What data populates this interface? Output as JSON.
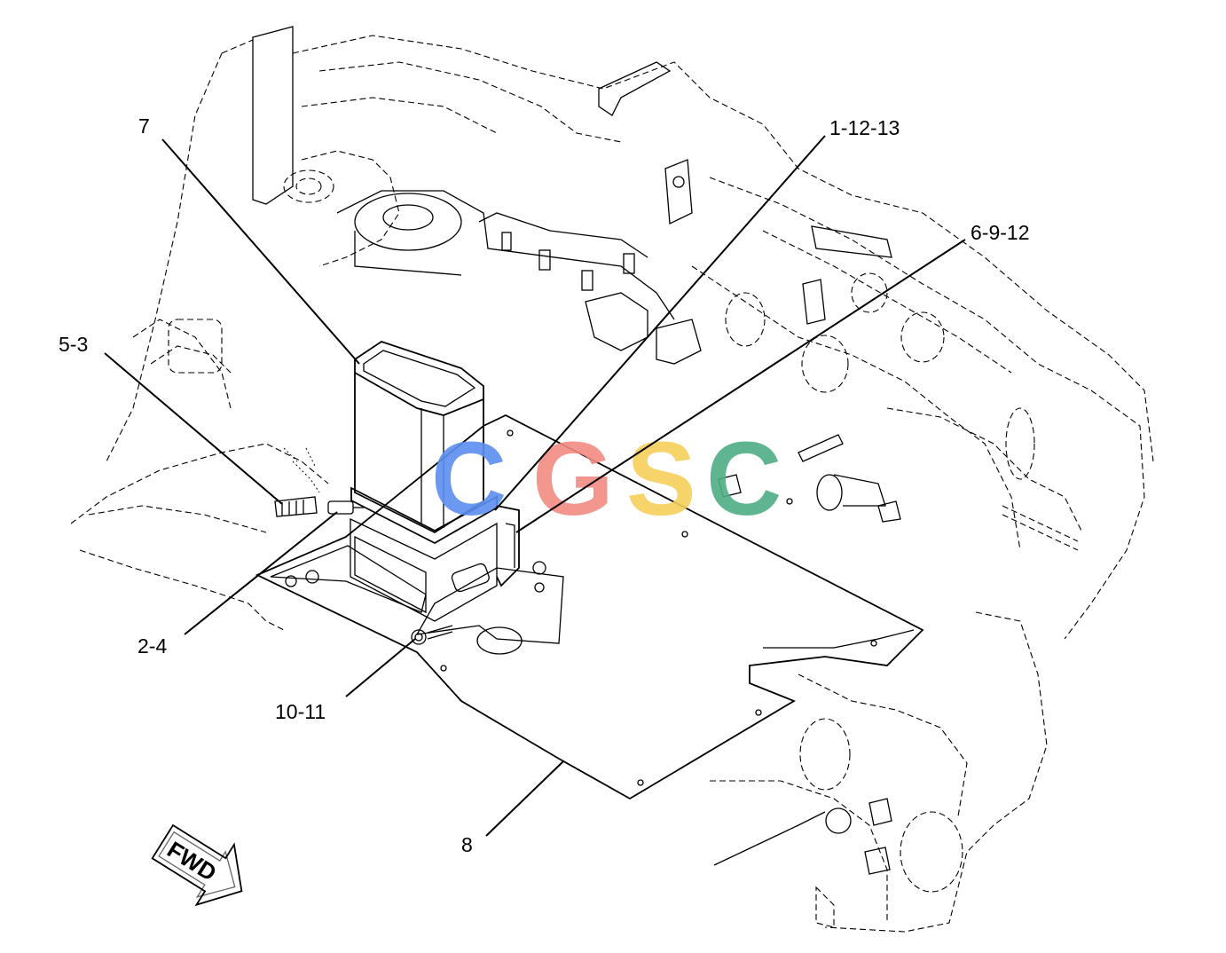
{
  "callouts": [
    {
      "id": "7",
      "label": "7"
    },
    {
      "id": "1-12-13",
      "label": "1-12-13"
    },
    {
      "id": "6-9-12",
      "label": "6-9-12"
    },
    {
      "id": "5-3",
      "label": "5-3"
    },
    {
      "id": "2-4",
      "label": "2-4"
    },
    {
      "id": "10-11",
      "label": "10-11"
    },
    {
      "id": "8",
      "label": "8"
    }
  ],
  "direction_arrow": {
    "label": "FWD"
  },
  "watermark": {
    "letters": [
      "C",
      "G",
      "S",
      "C"
    ],
    "colors": [
      "#5b8ff0",
      "#f28b82",
      "#f6d05a",
      "#4fae86"
    ]
  }
}
